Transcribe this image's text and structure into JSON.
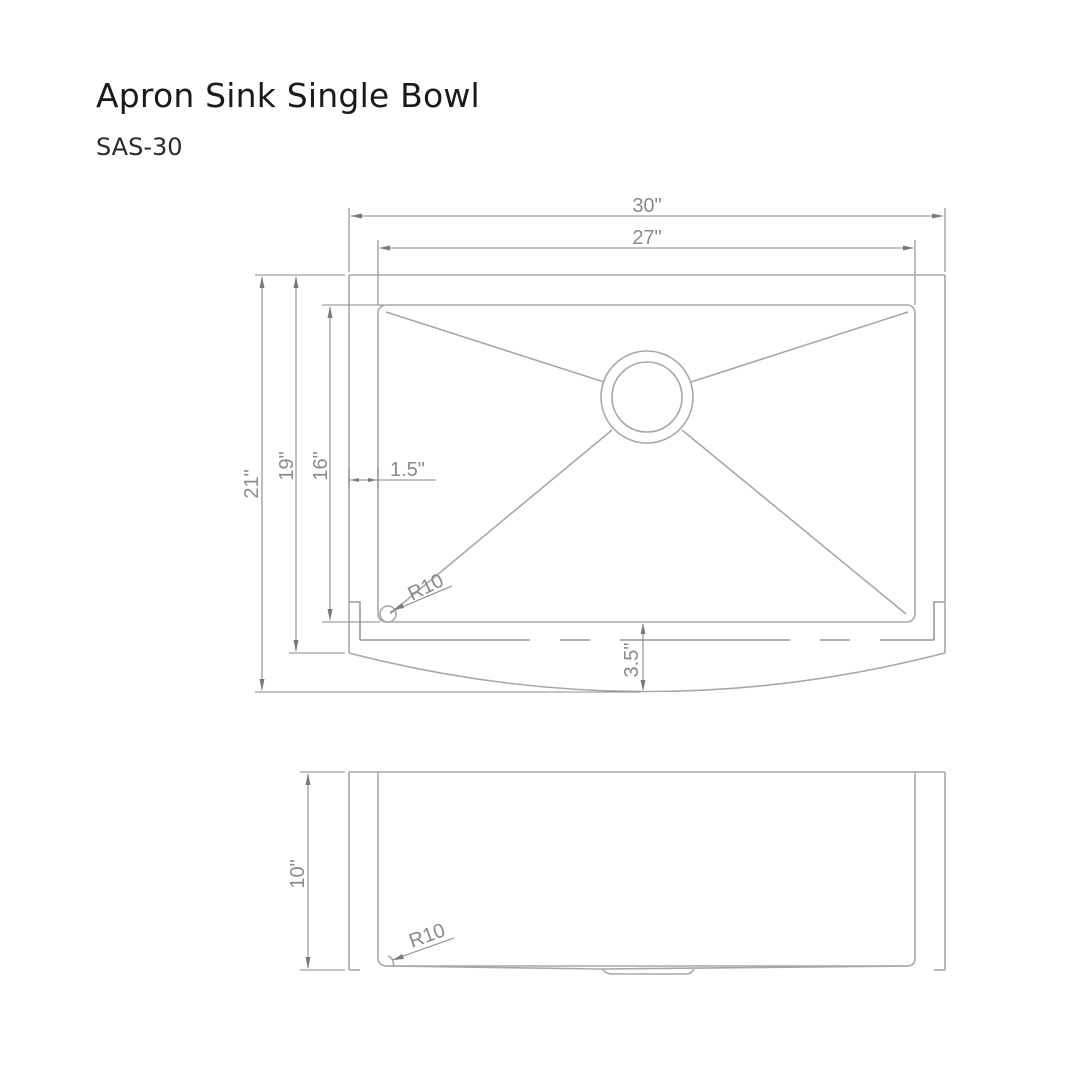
{
  "header": {
    "title": "Apron Sink Single Bowl",
    "model": "SAS-30"
  },
  "top_view": {
    "dimensions": {
      "overall_width": "30\"",
      "bowl_width": "27\"",
      "overall_depth": "21\"",
      "depth_19": "19\"",
      "bowl_depth": "16\"",
      "side_wall": "1.5\"",
      "corner_radius": "R10",
      "apron_curve": "3.5\""
    }
  },
  "side_view": {
    "dimensions": {
      "height": "10\"",
      "corner_radius": "R10"
    }
  },
  "colors": {
    "line": "#a8a8a8",
    "dimension_text": "#8a8a8a",
    "title_text": "#1a1a1a"
  }
}
